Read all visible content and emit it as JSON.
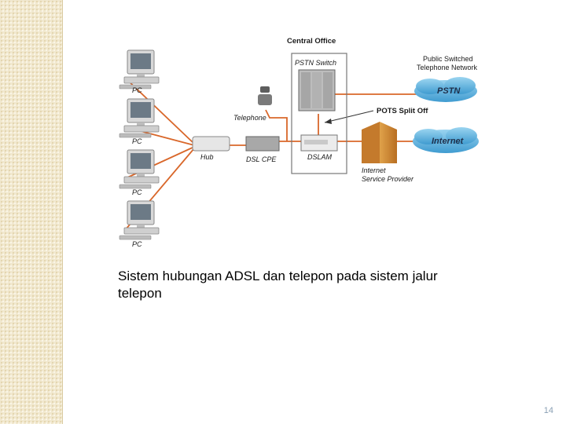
{
  "diagram": {
    "central_office": "Central Office",
    "pstn_switch": "PSTN Switch",
    "public_switched_line1": "Public Switched",
    "public_switched_line2": "Telephone Network",
    "pstn_cloud": "PSTN",
    "pots_split_off": "POTS Split Off",
    "internet_cloud": "Internet",
    "isp_line1": "Internet",
    "isp_line2": "Service Provider",
    "dslam": "DSLAM",
    "dsl_cpe": "DSL CPE",
    "telephone": "Telephone",
    "hub": "Hub",
    "pc_labels": [
      "PC",
      "PC",
      "PC",
      "PC"
    ]
  },
  "caption": "Sistem hubungan ADSL dan telepon pada sistem jalur telepon",
  "page_number": "14",
  "colors": {
    "orange_line": "#d9672a",
    "cloud": "#5fb2dc",
    "side_strip": "#f1e8cf"
  },
  "icons": [
    "computer-icon",
    "hub-icon",
    "modem-icon",
    "telephone-icon",
    "switch-rack-icon",
    "dslam-icon",
    "building-icon",
    "cloud-icon"
  ]
}
